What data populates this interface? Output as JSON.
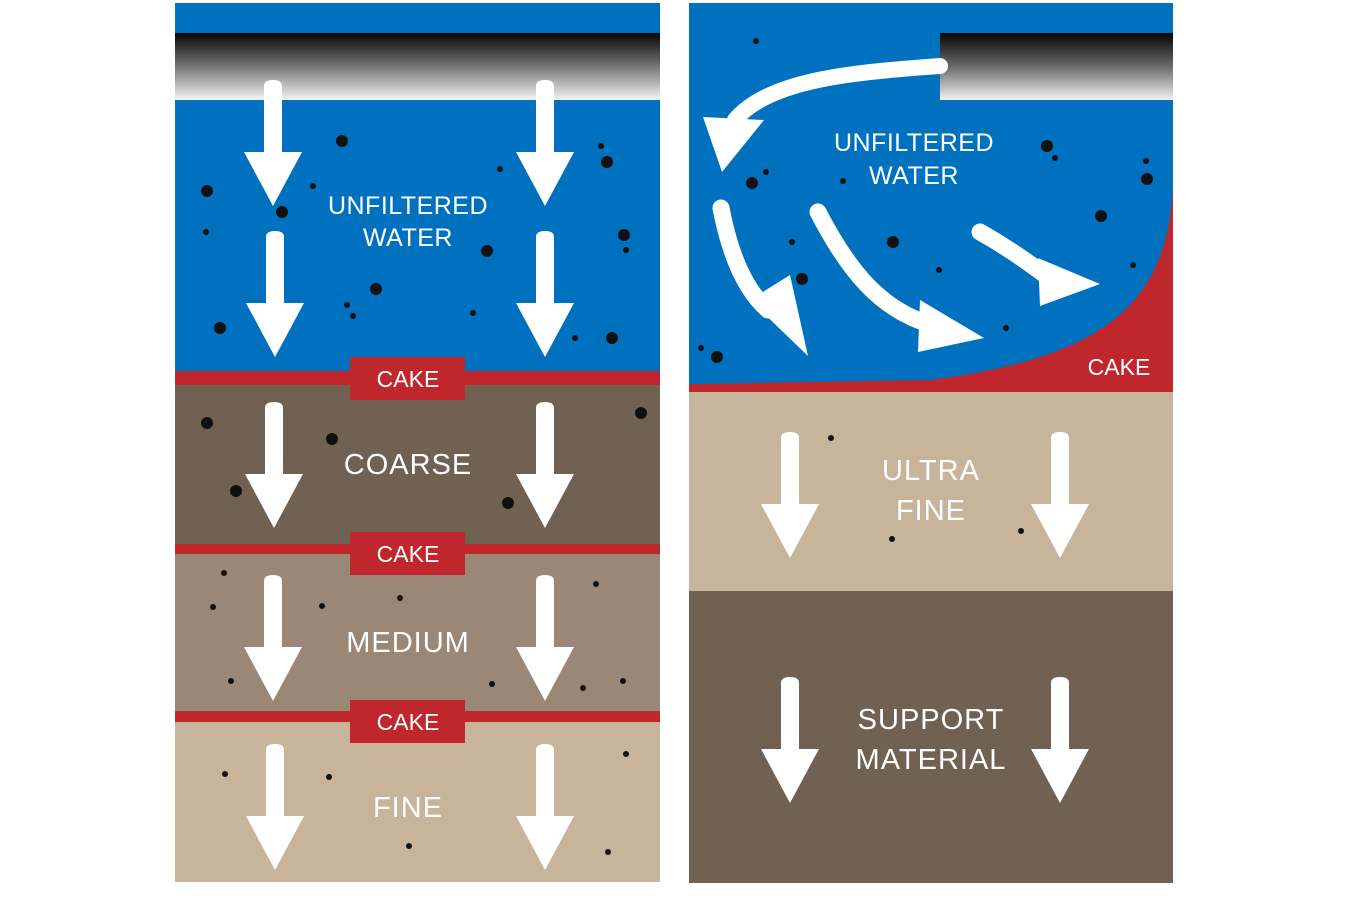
{
  "colors": {
    "water": "#0071bf",
    "cake": "#c0272d",
    "coarse": "#716153",
    "medium": "#9b8775",
    "fine": "#c8b49a",
    "ultra_fine": "#c8b49a",
    "support": "#716153",
    "particle": "#111111",
    "arrow": "#ffffff"
  },
  "left_panel": {
    "water_label_1": "UNFILTERED",
    "water_label_2": "WATER",
    "cake_1": "CAKE",
    "coarse": "COARSE",
    "cake_2": "CAKE",
    "medium": "MEDIUM",
    "cake_3": "CAKE",
    "fine": "FINE"
  },
  "right_panel": {
    "water_label_1": "UNFILTERED",
    "water_label_2": "WATER",
    "cake": "CAKE",
    "ultra_fine_1": "ULTRA",
    "ultra_fine_2": "FINE",
    "support_1": "SUPPORT",
    "support_2": "MATERIAL"
  },
  "icons": {
    "inlet_pipe": "pipe-icon",
    "flow_arrow": "arrow-down-icon",
    "curved_flow": "curved-arrow-icon",
    "particle": "dot-icon"
  }
}
